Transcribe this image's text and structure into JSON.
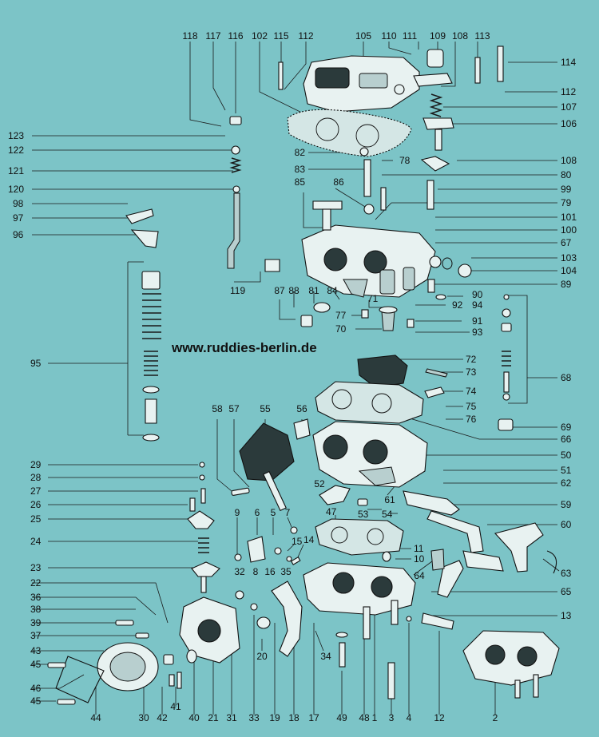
{
  "website": "www.ruddies-berlin.de",
  "colors": {
    "background": "#7cc4c7",
    "ink": "#111111",
    "part_fill": "#e8f2f1"
  },
  "labels": {
    "l118": "118",
    "l117": "117",
    "l116": "116",
    "l102": "102",
    "l115": "115",
    "l112a": "112",
    "l105": "105",
    "l110": "110",
    "l111": "111",
    "l109": "109",
    "l108a": "108",
    "l113": "113",
    "l114": "114",
    "l112b": "112",
    "l107": "107",
    "l106": "106",
    "l123": "123",
    "l122": "122",
    "l121": "121",
    "l120": "120",
    "l98": "98",
    "l97": "97",
    "l96": "96",
    "l82": "82",
    "l78": "78",
    "l83": "83",
    "l108b": "108",
    "l80": "80",
    "l85": "85",
    "l86": "86",
    "l99": "99",
    "l79": "79",
    "l101": "101",
    "l100": "100",
    "l67": "67",
    "l103": "103",
    "l104": "104",
    "l119": "119",
    "l87": "87",
    "l88": "88",
    "l81": "81",
    "l84": "84",
    "l89": "89",
    "l90": "90",
    "l71": "71",
    "l92": "92",
    "l94": "94",
    "l77": "77",
    "l91": "91",
    "l70": "70",
    "l93": "93",
    "l95": "95",
    "l72": "72",
    "l73": "73",
    "l68": "68",
    "l74": "74",
    "l75": "75",
    "l76": "76",
    "l69": "69",
    "l66": "66",
    "l58": "58",
    "l57": "57",
    "l55": "55",
    "l56": "56",
    "l50": "50",
    "l29": "29",
    "l51": "51",
    "l28": "28",
    "l52": "52",
    "l62": "62",
    "l27": "27",
    "l61": "61",
    "l26": "26",
    "l53": "53",
    "l54": "54",
    "l47": "47",
    "l59": "59",
    "l25": "25",
    "l9": "9",
    "l6": "6",
    "l5": "5",
    "l7": "7",
    "l60": "60",
    "l24": "24",
    "l15": "15",
    "l14": "14",
    "l11": "11",
    "l10": "10",
    "l23": "23",
    "l32": "32",
    "l8": "8",
    "l16": "16",
    "l35": "35",
    "l64": "64",
    "l63": "63",
    "l22": "22",
    "l65": "65",
    "l36": "36",
    "l38": "38",
    "l13": "13",
    "l39": "39",
    "l37": "37",
    "l43": "43",
    "l20": "20",
    "l34": "34",
    "l45a": "45",
    "l46": "46",
    "l45b": "45",
    "l44": "44",
    "l30": "30",
    "l42": "42",
    "l41": "41",
    "l40": "40",
    "l21": "21",
    "l31": "31",
    "l33": "33",
    "l19": "19",
    "l18": "18",
    "l17": "17",
    "l49": "49",
    "l48": "48",
    "l3": "3",
    "l4": "4",
    "l12": "12",
    "l2": "2",
    "l1": "1"
  }
}
